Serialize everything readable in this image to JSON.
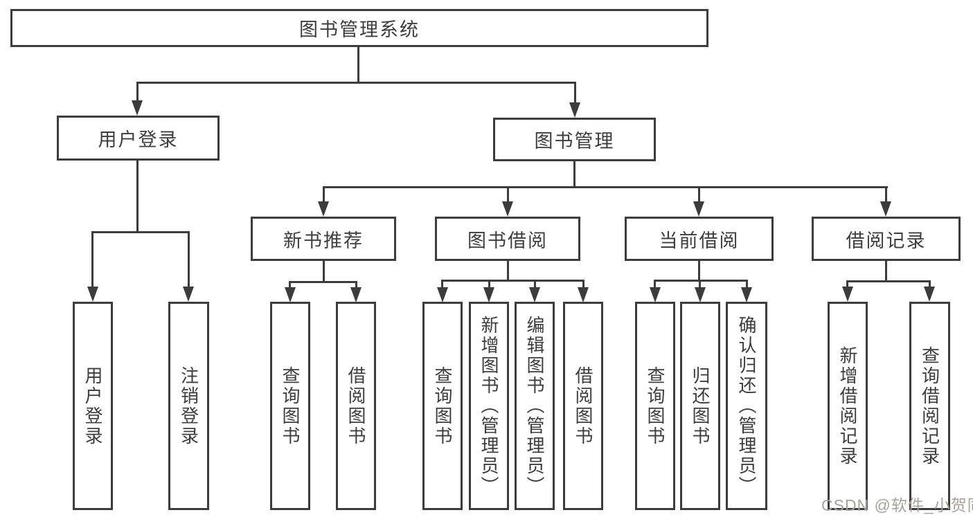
{
  "diagram": {
    "root": "图书管理系统",
    "user_login": {
      "label": "用户登录",
      "children": [
        "用户登录",
        "注销登录"
      ]
    },
    "book_management": {
      "label": "图书管理",
      "sections": [
        {
          "label": "新书推荐",
          "children": [
            "查询图书",
            "借阅图书"
          ]
        },
        {
          "label": "图书借阅",
          "children": [
            "查询图书",
            "新增图书（管理员）",
            "编辑图书（管理员）",
            "借阅图书"
          ]
        },
        {
          "label": "当前借阅",
          "children": [
            "查询图书",
            "归还图书",
            "确认归还（管理员）"
          ]
        },
        {
          "label": "借阅记录",
          "children": [
            "新增借阅记录",
            "查询借阅记录"
          ]
        }
      ]
    },
    "watermark": "CSDN @软件_小贺同学"
  }
}
